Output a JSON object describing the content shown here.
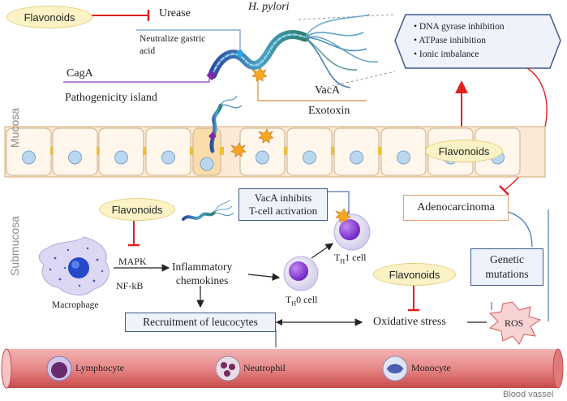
{
  "organism": "H. pylori",
  "regions": {
    "mucosa": "Mucosa",
    "submucosa": "Submucosa",
    "blood_vessel": "Blood vassel"
  },
  "flavonoids_label": "Flavonoids",
  "urease": {
    "label": "Urease",
    "function": [
      "Neutralize gastric",
      "acid"
    ]
  },
  "caga": {
    "label": "CagA",
    "desc": "Pathogenicity island"
  },
  "vaca": {
    "label": "VacA",
    "desc": "Exotoxin"
  },
  "mechanisms": [
    "• DNA gyrase inhibition",
    "• ATPase inhibition",
    "• Ionic imbalance"
  ],
  "adenocarcinoma": "Adenocarcinoma",
  "vaca_inhibits": [
    "VacA inhibits",
    "T-cell activation"
  ],
  "th1": {
    "main": "T",
    "sub": "H",
    "rest": "1 cell"
  },
  "th0": {
    "main": "T",
    "sub": "H",
    "rest": "0 cell"
  },
  "signals": {
    "mapk": "MAPK",
    "nfkb": "NF-kB"
  },
  "macrophage": "Macrophage",
  "chemokines": [
    "Inflammatory",
    "chemokines"
  ],
  "recruitment": "Recruitment of leucocytes",
  "oxidative": "Oxidative stress",
  "ros": "ROS",
  "genetic": [
    "Genetic",
    "mutations"
  ],
  "blood_cells": {
    "lymphocyte": "Lymphocyte",
    "neutrophil": "Neutrophil",
    "monocyte": "Monocyte"
  },
  "colors": {
    "inhibit": "#e0201f",
    "line_blue": "#4a78b8",
    "box_border": "#3f5a8a",
    "flav_fill": "#fbf3c6"
  }
}
